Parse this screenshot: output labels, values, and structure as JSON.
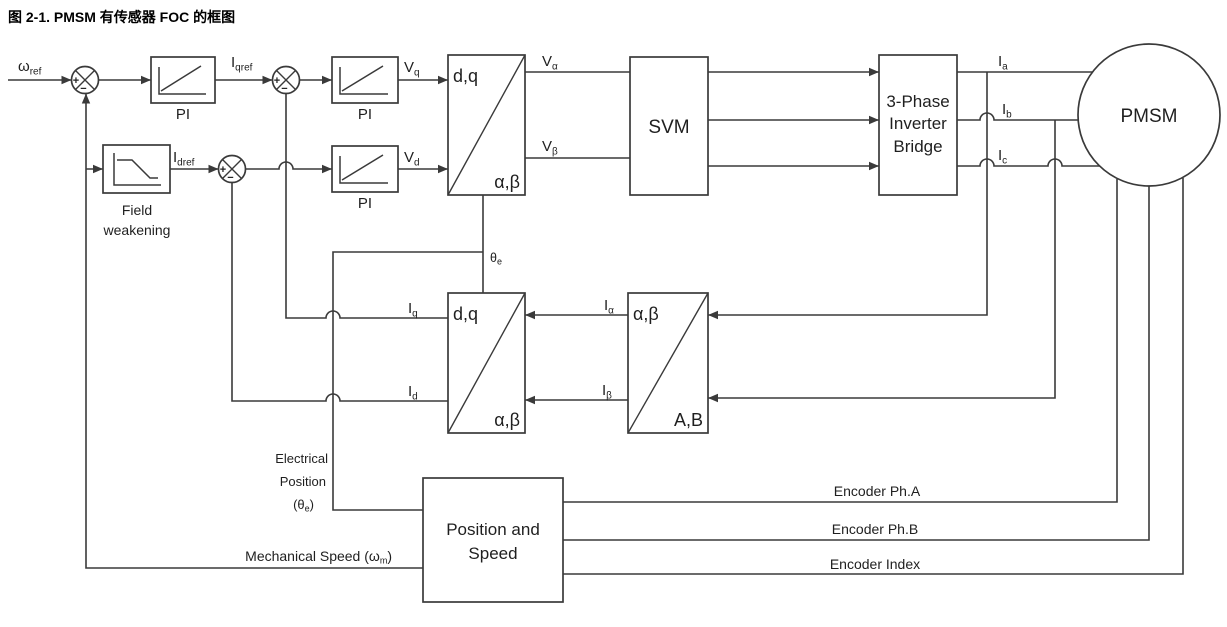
{
  "title": "图 2-1. PMSM 有传感器 FOC 的框图",
  "colors": {
    "line": "#3a3a3a",
    "text": "#1f1f1f",
    "background": "#ffffff"
  },
  "blocks": {
    "pi_label": "PI",
    "field_weakening": {
      "line1": "Field",
      "line2": "weakening"
    },
    "inverse_park": {
      "corner_top": "d,q",
      "corner_bottom": "α,β"
    },
    "svm": "SVM",
    "inverter": {
      "line1": "3-Phase",
      "line2": "Inverter",
      "line3": "Bridge"
    },
    "pmsm": "PMSM",
    "park": {
      "corner_top": "d,q",
      "corner_bottom": "α,β"
    },
    "clarke": {
      "corner_top": "α,β",
      "corner_bottom": "A,B"
    },
    "position_speed": {
      "line1": "Position and",
      "line2": "Speed"
    }
  },
  "signals": {
    "omega_ref": {
      "base": "ω",
      "sub": "ref"
    },
    "iqref": {
      "base": "I",
      "sub": "qref"
    },
    "idref": {
      "base": "I",
      "sub": "dref"
    },
    "vq": {
      "base": "V",
      "sub": "q"
    },
    "vd": {
      "base": "V",
      "sub": "d"
    },
    "valpha": {
      "base": "V",
      "sub": "α"
    },
    "vbeta": {
      "base": "V",
      "sub": "β"
    },
    "ia": {
      "base": "I",
      "sub": "a"
    },
    "ib": {
      "base": "I",
      "sub": "b"
    },
    "ic": {
      "base": "I",
      "sub": "c"
    },
    "ialpha": {
      "base": "I",
      "sub": "α"
    },
    "ibeta": {
      "base": "I",
      "sub": "β"
    },
    "iq": {
      "base": "I",
      "sub": "q"
    },
    "id": {
      "base": "I",
      "sub": "d"
    },
    "theta_e": {
      "base": "θ",
      "sub": "e"
    }
  },
  "annotations": {
    "electrical_position": {
      "line1": "Electrical",
      "line2": "Position",
      "line3_open": "(θ",
      "line3_sub": "e",
      "line3_close": ")"
    },
    "mechanical_speed": {
      "open": "Mechanical Speed (ω",
      "sub": "m",
      "close": ")"
    },
    "encoder_a": "Encoder Ph.A",
    "encoder_b": "Encoder Ph.B",
    "encoder_index": "Encoder Index"
  },
  "junctions": {
    "plus": "+",
    "minus": "−"
  }
}
